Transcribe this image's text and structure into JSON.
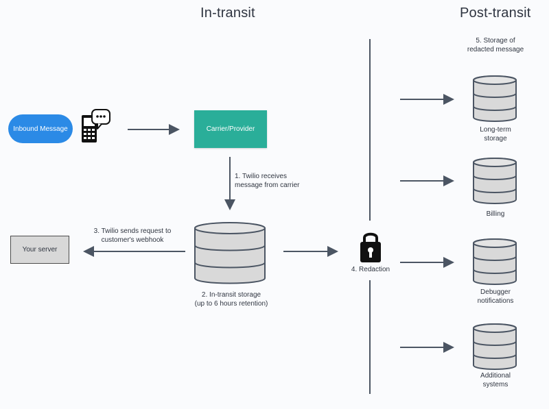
{
  "headers": {
    "in_transit": "In-transit",
    "post_transit": "Post-transit"
  },
  "nodes": {
    "inbound_message": "Inbound Message",
    "carrier_provider": "Carrier/Provider",
    "your_server": "Your server"
  },
  "labels": {
    "step1_line1": "1. Twilio receives",
    "step1_line2": "message from carrier",
    "step2_line1": "2. In-transit storage",
    "step2_line2": "(up to 6 hours retention)",
    "step3_line1": "3. Twilio sends request to",
    "step3_line2": "customer's webhook",
    "step4": "4. Redaction",
    "step5_line1": "5. Storage of",
    "step5_line2": "redacted message",
    "long_term_line1": "Long-term",
    "long_term_line2": "storage",
    "billing": "Billing",
    "debugger_line1": "Debugger",
    "debugger_line2": "notifications",
    "additional_line1": "Additional",
    "additional_line2": "systems"
  },
  "icons": {
    "phone": "mobile-phone-icon",
    "chat": "chat-bubble-icon",
    "lock": "lock-icon",
    "database": "database-icon"
  },
  "colors": {
    "inbound_pill": "#2b8ae6",
    "carrier_box": "#2aae99",
    "server_box": "#d8d8d8",
    "storage_fill": "#d9d9d9",
    "stroke": "#4b5563",
    "text": "#2f3540"
  }
}
